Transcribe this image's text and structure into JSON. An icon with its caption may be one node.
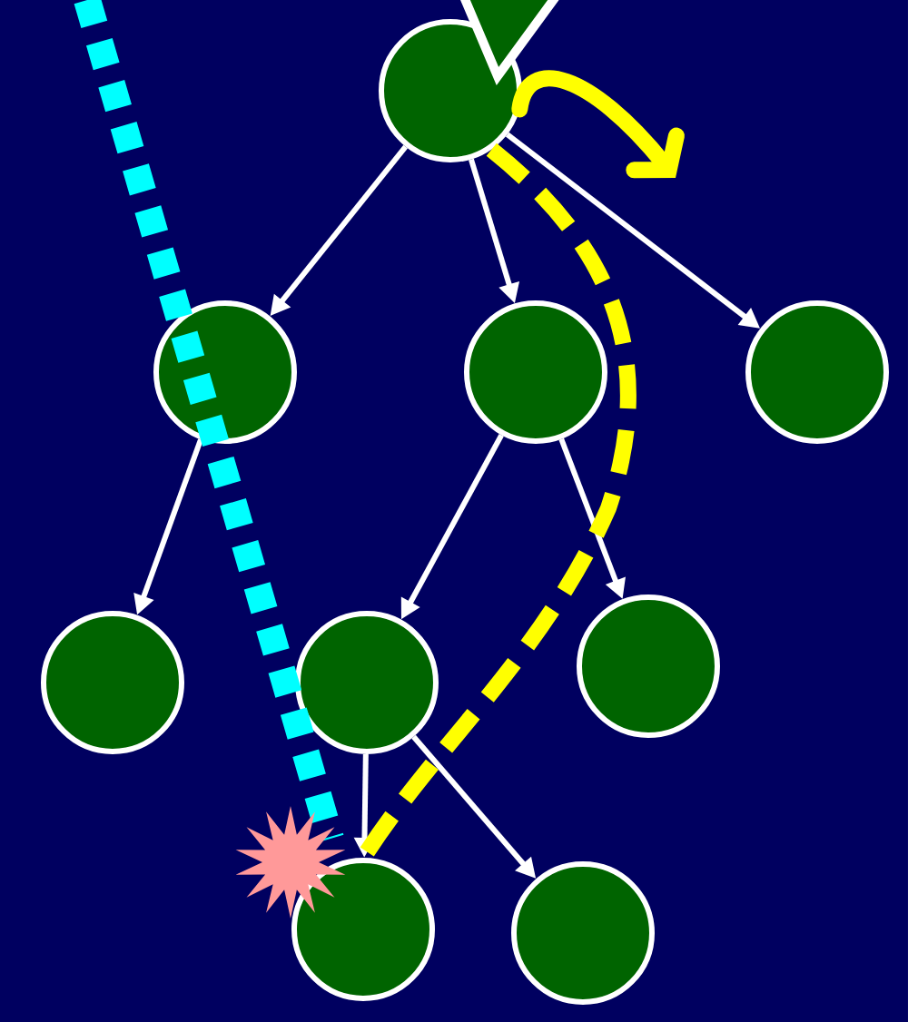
{
  "diagram": {
    "nodes": [
      {
        "text": [],
        "shape": "circle"
      },
      {
        "text": [],
        "shape": "circle"
      },
      {
        "text": [],
        "shape": "circle"
      },
      {
        "text": [],
        "shape": "circle"
      },
      {
        "text": [],
        "shape": "circle"
      },
      {
        "text": [],
        "shape": "circle"
      },
      {
        "text": [],
        "shape": "circle"
      },
      {
        "text": [],
        "shape": "circle"
      },
      {
        "text": [],
        "shape": "circle"
      }
    ],
    "edges": [
      {
        "from": 0,
        "to": 1,
        "arrow": "to"
      },
      {
        "from": 0,
        "to": 2,
        "arrow": "to"
      },
      {
        "from": 0,
        "to": 3,
        "arrow": "to"
      },
      {
        "from": 1,
        "to": 4,
        "arrow": "to"
      },
      {
        "from": 2,
        "to": 5,
        "arrow": "to"
      },
      {
        "from": 2,
        "to": 6,
        "arrow": "to"
      },
      {
        "from": 5,
        "to": 7,
        "arrow": "to"
      },
      {
        "from": 5,
        "to": 8,
        "arrow": "to"
      },
      {
        "from": 0,
        "to": 7,
        "arrow": "none",
        "style": "dashed",
        "color": "#ffff00"
      },
      {
        "from": 0,
        "to": null,
        "arrow": "to",
        "style": "thick",
        "color": "#ffff00"
      }
    ]
  }
}
